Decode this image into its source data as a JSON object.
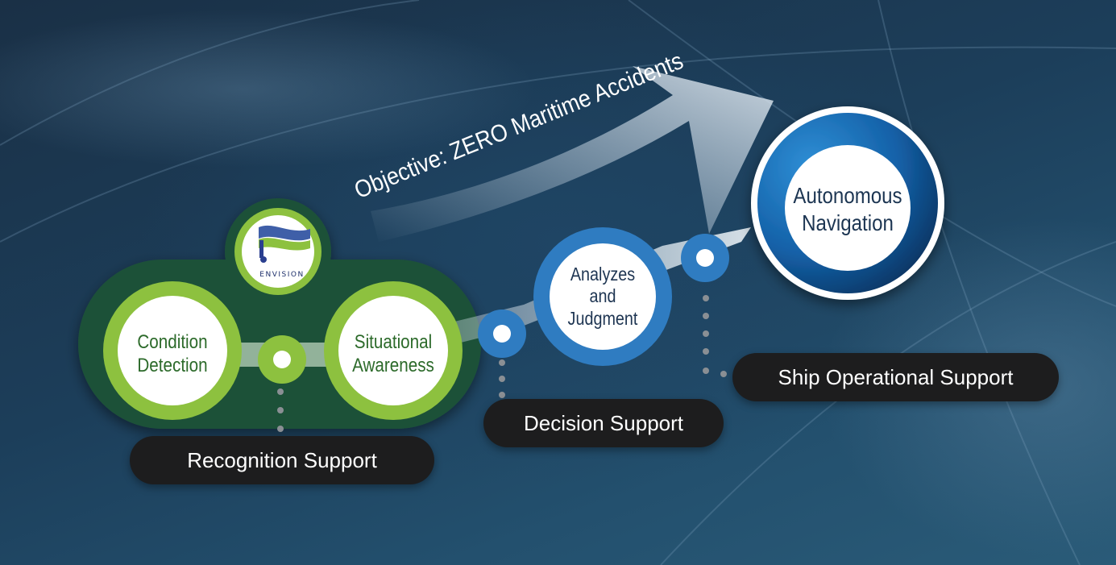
{
  "objective": "Objective: ZERO Maritime Accidents",
  "logo": {
    "text": "ENVISION",
    "icon": "envision-flag-icon"
  },
  "nodes": {
    "condition_detection": "Condition Detection",
    "situational_awareness": "Situational Awareness",
    "analyzes_judgment": "Analyzes and Judgment",
    "autonomous_navigation": "Autonomous Navigation"
  },
  "labels": {
    "recognition_support": "Recognition Support",
    "decision_support": "Decision Support",
    "ship_operational_support": "Ship Operational Support"
  },
  "colors": {
    "green": "#8dc13f",
    "dark_green": "#1f5138",
    "blue": "#2f7cc1",
    "navy": "#0b3a66",
    "pill": "#1d1d1e"
  }
}
